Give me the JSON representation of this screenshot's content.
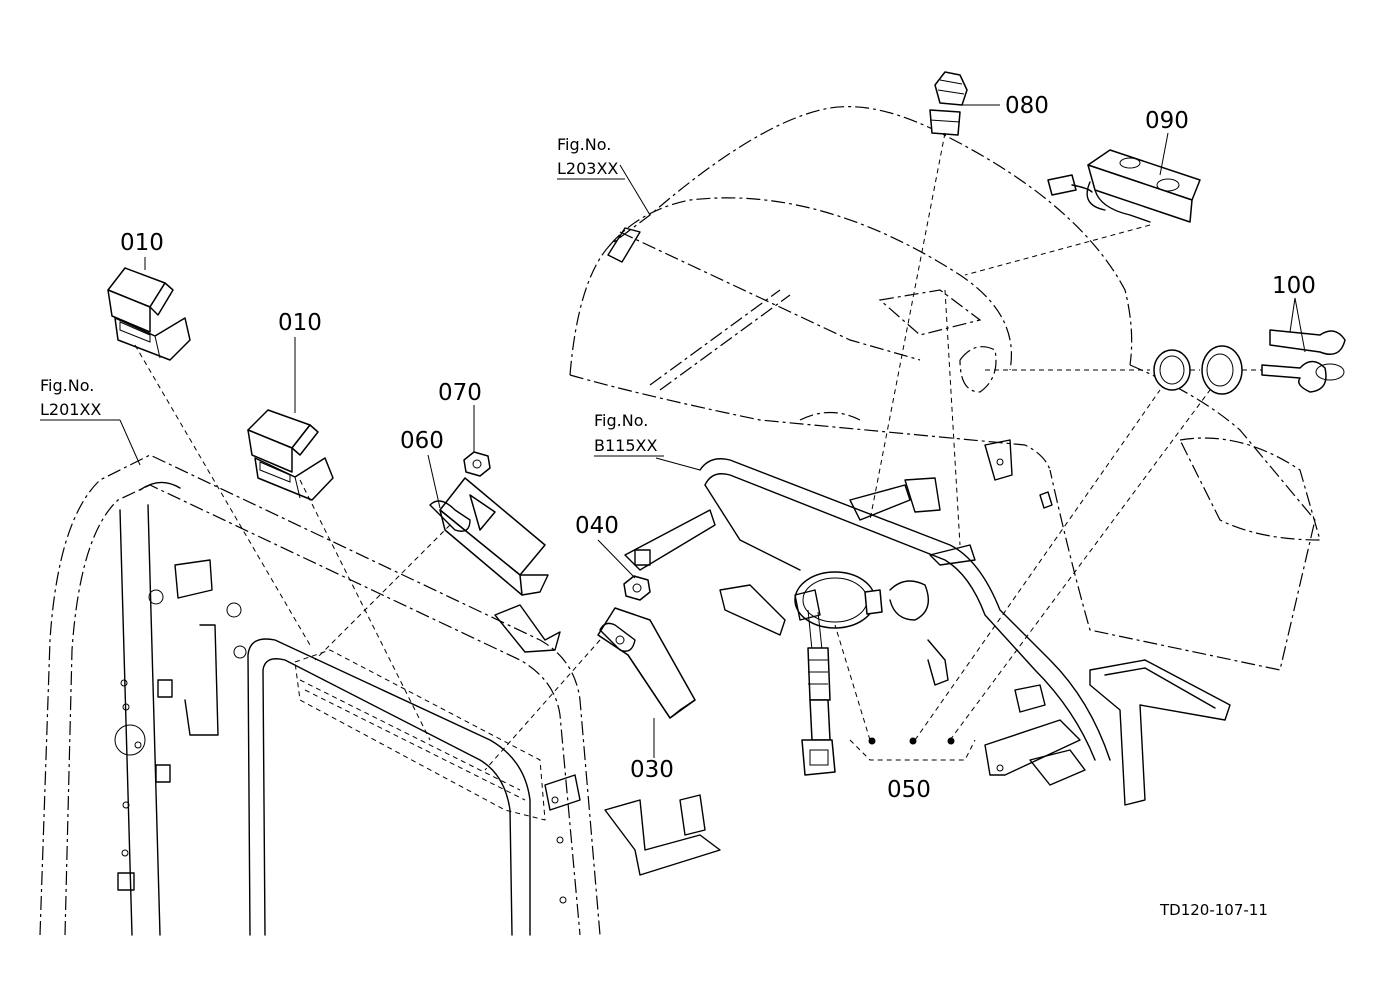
{
  "callouts": {
    "p010a": "010",
    "p010b": "010",
    "p030": "030",
    "p040": "040",
    "p050": "050",
    "p060": "060",
    "p070": "070",
    "p080": "080",
    "p090": "090",
    "p100": "100"
  },
  "figure_refs": {
    "l201": {
      "label": "Fig.No.",
      "code": "L201XX"
    },
    "l203": {
      "label": "Fig.No.",
      "code": "L203XX"
    },
    "b115": {
      "label": "Fig.No.",
      "code": "B115XX"
    }
  },
  "drawing_code": "TD120-107-11"
}
